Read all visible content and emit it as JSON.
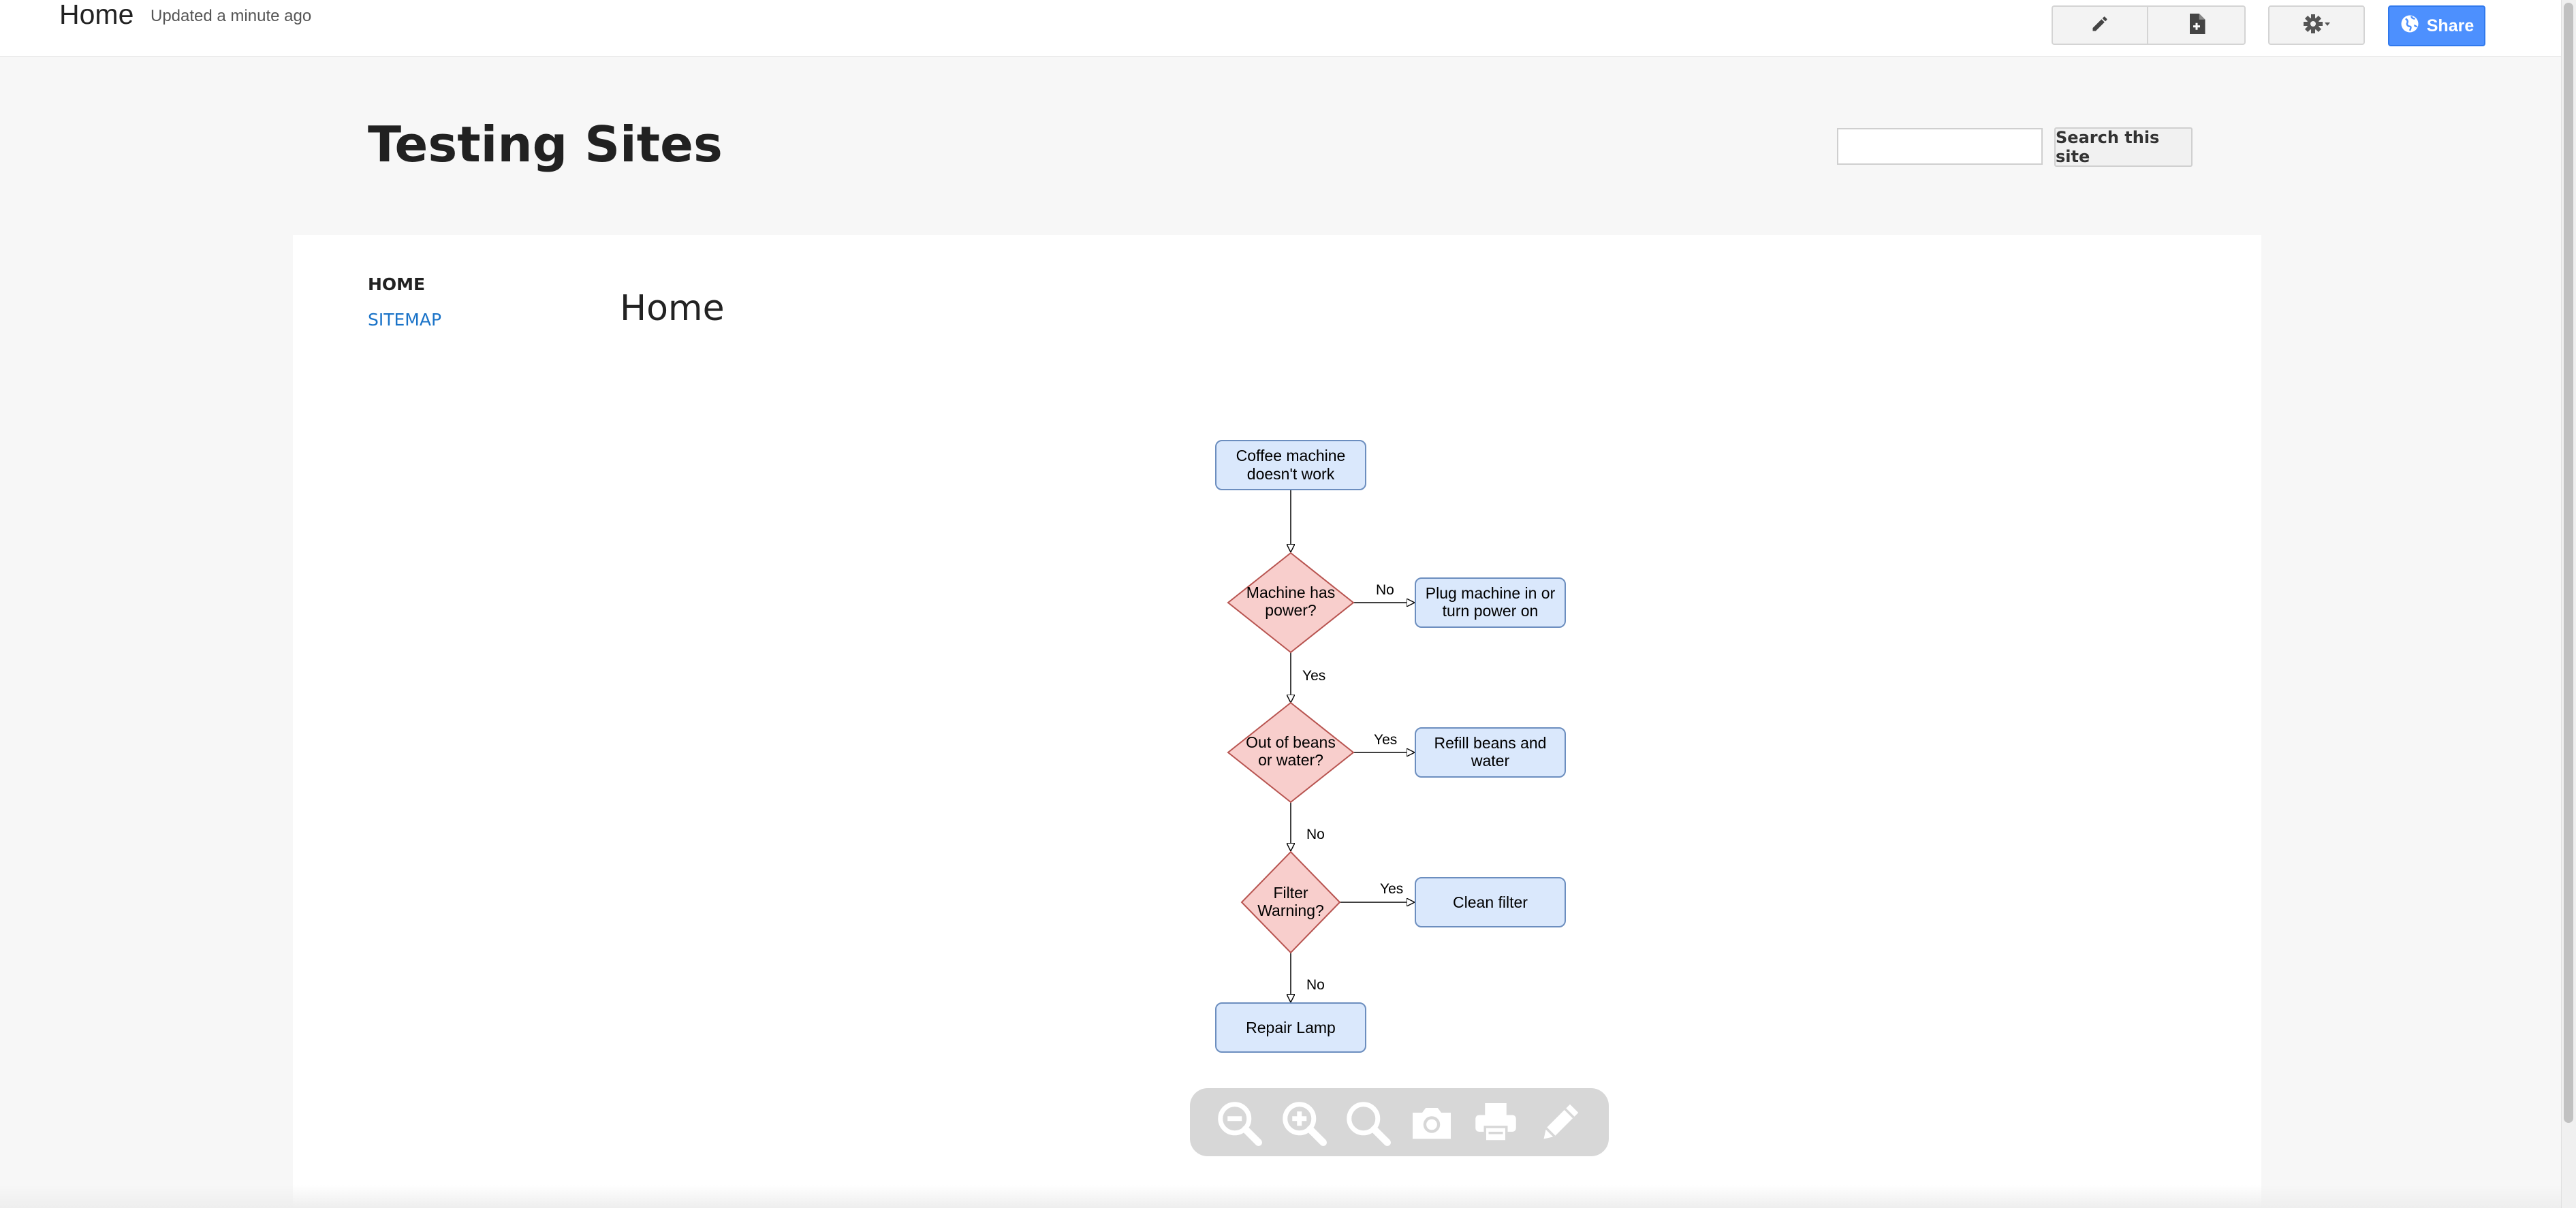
{
  "topbar": {
    "title": "Home",
    "updated": "Updated a minute ago",
    "share_label": "Share",
    "icons": [
      "pencil-icon",
      "new-page-icon",
      "gear-icon",
      "globe-icon"
    ]
  },
  "site": {
    "title": "Testing Sites",
    "search": {
      "placeholder": "",
      "button_label": "Search this site"
    }
  },
  "nav": {
    "items": [
      {
        "label": "HOME",
        "active": true
      },
      {
        "label": "SITEMAP",
        "active": false
      }
    ]
  },
  "page": {
    "heading": "Home"
  },
  "flowchart": {
    "nodes": {
      "start": [
        "Coffee machine",
        "doesn't work"
      ],
      "d1": [
        "Machine has",
        "power?"
      ],
      "a1": [
        "Plug machine in or",
        "turn power on"
      ],
      "d2": [
        "Out of beans",
        "or water?"
      ],
      "a2": [
        "Refill beans and",
        "water"
      ],
      "d3": [
        "Filter",
        "Warning?"
      ],
      "a3": [
        "Clean filter"
      ],
      "end": [
        "Repair Lamp"
      ]
    },
    "edges": {
      "d1_a1": "No",
      "d1_d2": "Yes",
      "d2_a2": "Yes",
      "d2_d3": "No",
      "d3_a3": "Yes",
      "d3_end": "No"
    }
  },
  "viewer_toolbar": {
    "icons": [
      "zoom-out-icon",
      "zoom-in-icon",
      "zoom-fit-icon",
      "camera-icon",
      "print-icon",
      "edit-pencil-icon"
    ]
  },
  "colors": {
    "share": "#4d90fe",
    "process_fill": "#dae8fc",
    "process_stroke": "#6c8ebf",
    "decision_fill": "#f8cecc",
    "decision_stroke": "#b85450",
    "link": "#1a73c8"
  }
}
